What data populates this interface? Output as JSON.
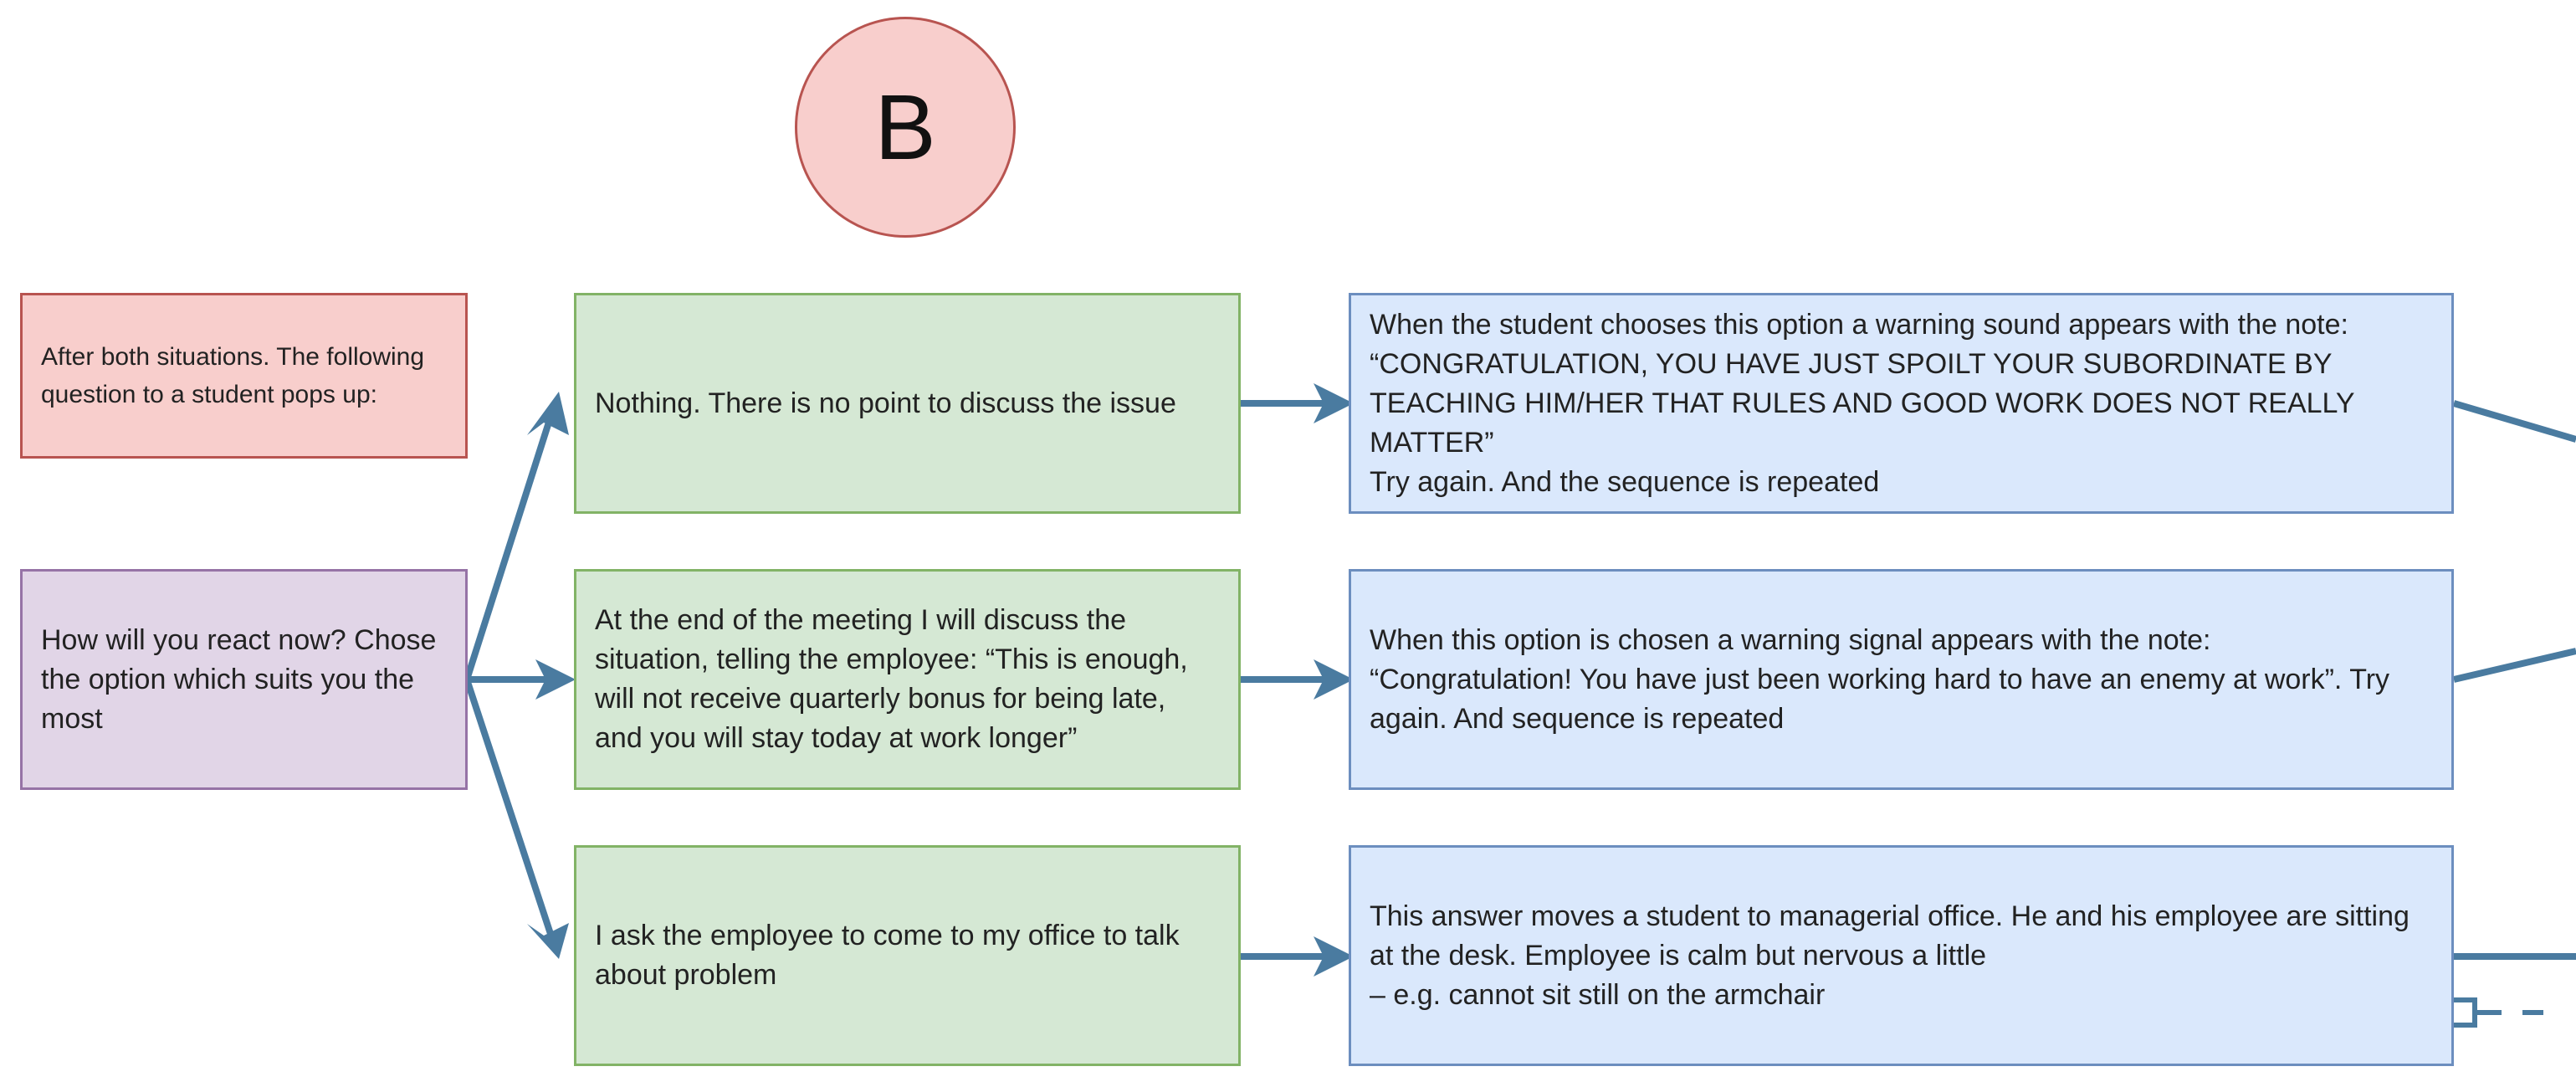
{
  "marker": {
    "label": "B"
  },
  "nodes": {
    "intro": "After both situations. The following question to a student pops up:",
    "question": "How will you react now? Chose the option which suits you the most",
    "option1": "Nothing. There is no point to discuss the issue",
    "option2": "At the end of the meeting I will discuss the situation, telling the employee: “This is enough, will not receive quarterly bonus for being late, and you will stay today at work longer”",
    "option3": "I ask the employee to come to my office to talk about problem",
    "result1": "When the student chooses this option a warning sound appears with the note: “CONGRATULATION, YOU HAVE JUST SPOILT YOUR SUBORDINATE BY TEACHING HIM/HER THAT RULES AND GOOD WORK DOES NOT REALLY MATTER”\nTry again. And the sequence is repeated",
    "result2": "When this option is chosen a warning signal appears with the note:\n “Congratulation! You have just been working hard to have an enemy at work”. Try again. And sequence is repeated",
    "result3": "This answer moves a student to managerial office. He and his employee are sitting at the desk. Employee is calm but nervous a little\n– e.g. cannot sit still on the armchair"
  },
  "colors": {
    "arrow": "#4a7ba0",
    "red_fill": "#f8cecc",
    "red_stroke": "#b85450",
    "purple_fill": "#e1d5e7",
    "purple_stroke": "#9673a6",
    "green_fill": "#d5e8d4",
    "green_stroke": "#82b366",
    "blue_fill": "#dae8fc",
    "blue_stroke": "#6c8ebf"
  }
}
